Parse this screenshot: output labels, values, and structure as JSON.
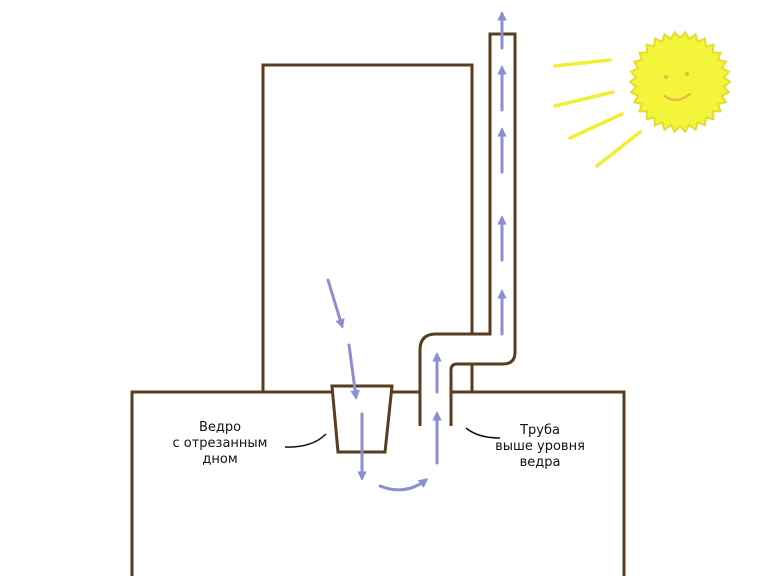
{
  "colors": {
    "structure": "#5a3d1f",
    "airflow": "#8b8fd2",
    "sun_fill": "#f4f53a",
    "sun_stroke": "#e6dc2c",
    "sun_face": "#e8b84a",
    "rays": "#f2ee36",
    "background": "#ffffff"
  },
  "labels": {
    "bucket": [
      "Ведро",
      "с отрезанным",
      "дном"
    ],
    "pipe": [
      "Труба",
      "выше уровня",
      "ведра"
    ]
  },
  "icons": {
    "sun": "smiling-sun-icon",
    "arrow": "arrow-icon"
  }
}
